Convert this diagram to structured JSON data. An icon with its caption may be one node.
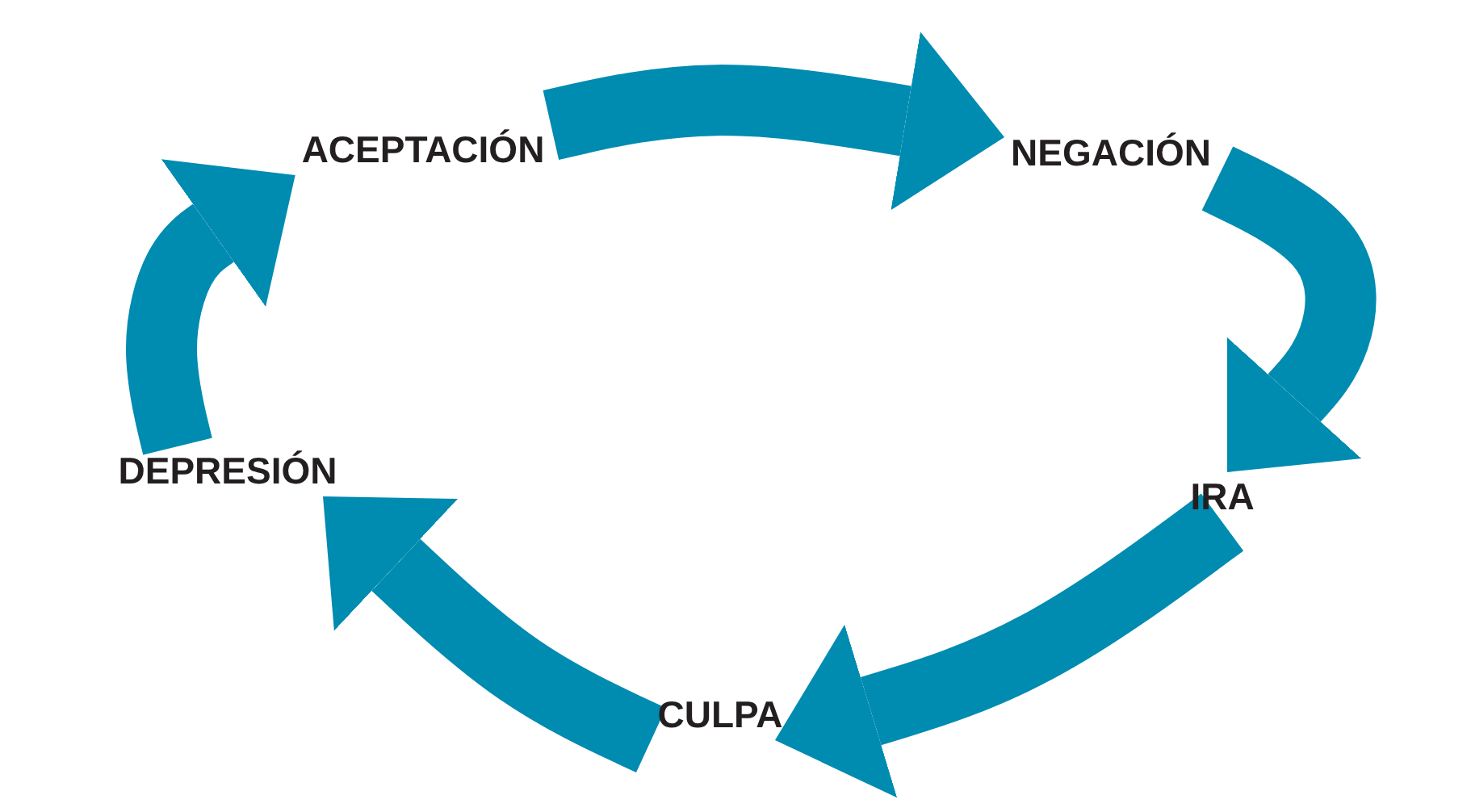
{
  "diagram": {
    "nodes": [
      {
        "text": [
          "ACEPTACIÓN"
        ]
      },
      {
        "text": [
          "NEGACIÓN"
        ]
      },
      {
        "text": [
          "IRA"
        ]
      },
      {
        "text": [
          "CULPA"
        ]
      },
      {
        "text": [
          "DEPRESIÓN"
        ]
      }
    ],
    "edges": [
      {
        "from": 0,
        "to": 1,
        "arrow": "to"
      },
      {
        "from": 1,
        "to": 2,
        "arrow": "to"
      },
      {
        "from": 2,
        "to": 3,
        "arrow": "to"
      },
      {
        "from": 3,
        "to": 4,
        "arrow": "to"
      },
      {
        "from": 4,
        "to": 0,
        "arrow": "to"
      }
    ]
  }
}
